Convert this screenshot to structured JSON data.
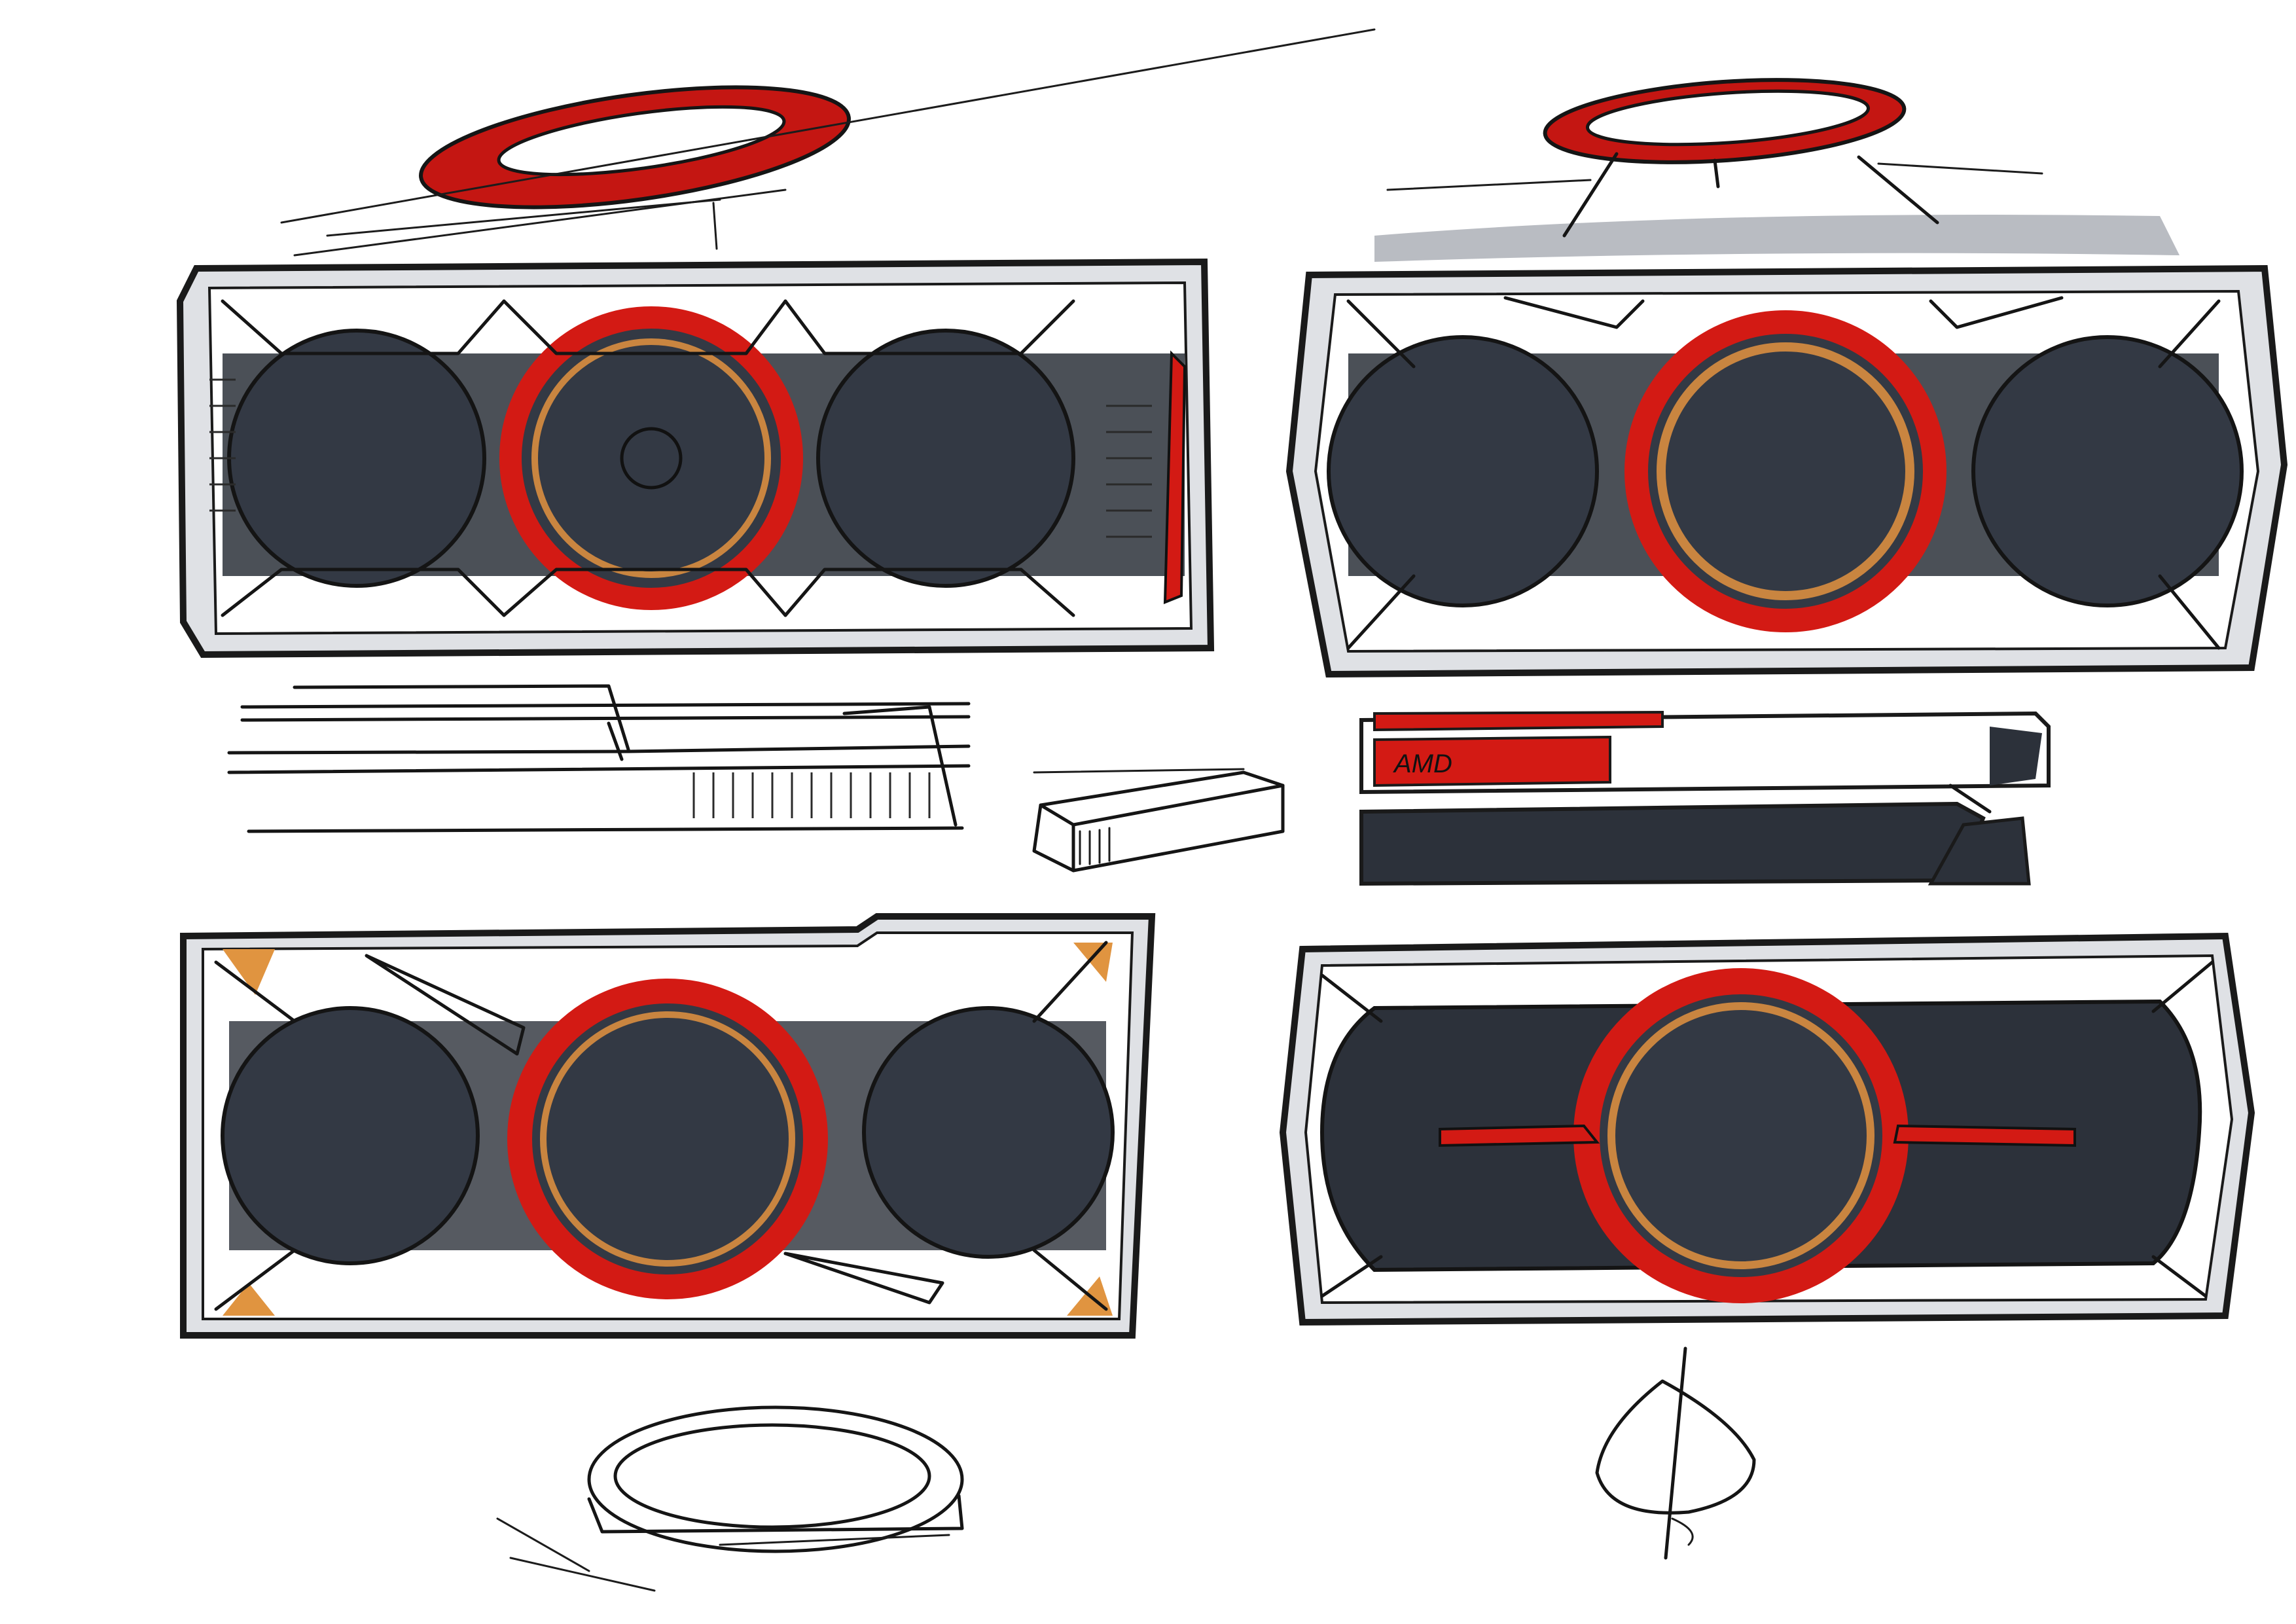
{
  "sheet": {
    "paper_color": "#ffffff",
    "marker_palette": {
      "body_grey": "#2c313a",
      "fan_grey": "#333944",
      "accent_red": "#d31a14",
      "highlight_orange": "#c98540",
      "shadow_grey": "#b9bcc2",
      "ink": "#151515"
    },
    "concepts": [
      {
        "name": "concept-top-left",
        "fans": 3,
        "center_ring": "red"
      },
      {
        "name": "concept-top-right",
        "fans": 3,
        "center_ring": "red"
      },
      {
        "name": "concept-bottom-left",
        "fans": 3,
        "center_ring": "red"
      },
      {
        "name": "concept-bottom-right",
        "fans": 1,
        "center_ring": "red"
      }
    ],
    "side_badge_text": "AMD"
  }
}
